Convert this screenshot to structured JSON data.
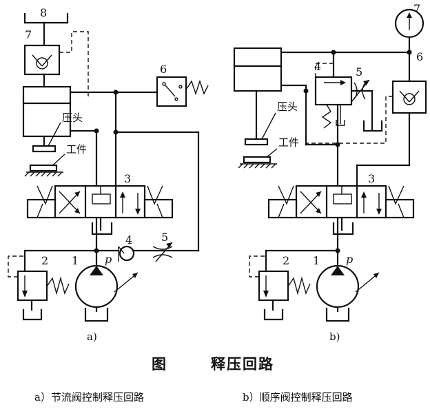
{
  "figure": {
    "title_prefix": "图",
    "title_text": "释压回路",
    "captions": {
      "a": "a）节流阀控制释压回路",
      "b": "b）顺序阀控制释压回路"
    }
  },
  "panel_a": {
    "sublabel": "a)",
    "labels": {
      "n1": "1",
      "n2": "2",
      "n3": "3",
      "n4": "4",
      "n5": "5",
      "n6": "6",
      "n7": "7",
      "n8": "8",
      "p": "p",
      "press_head": "压头",
      "workpiece": "工件"
    }
  },
  "panel_b": {
    "sublabel": "b)",
    "labels": {
      "n1": "1",
      "n2": "2",
      "n3": "3",
      "n4": "4",
      "n5": "5",
      "n6": "6",
      "n7": "7",
      "p": "p",
      "press_head": "压头",
      "workpiece": "工件"
    }
  }
}
